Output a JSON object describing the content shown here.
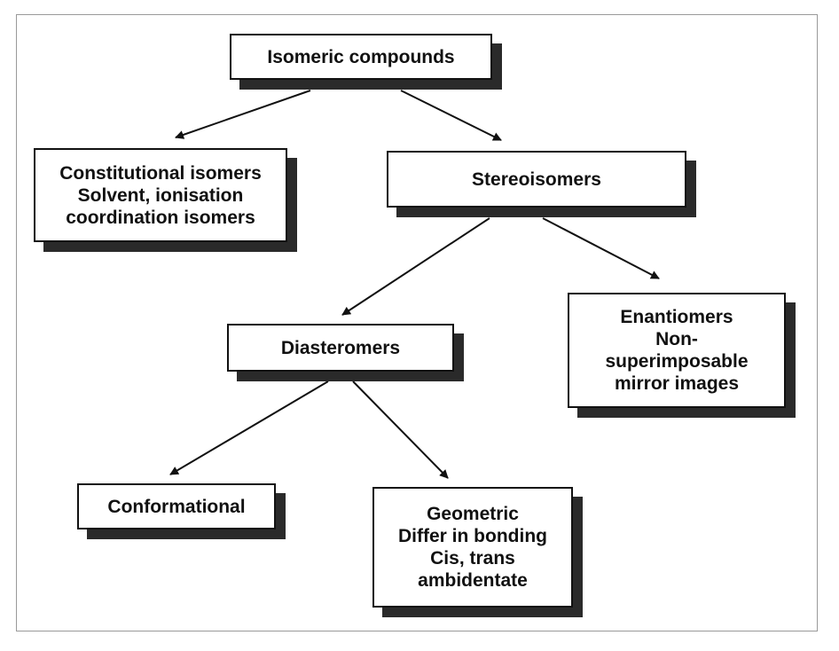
{
  "diagram": {
    "root": {
      "label": "Isomeric compounds"
    },
    "constitutional": {
      "lines": [
        "Constitutional isomers",
        "Solvent, ionisation",
        "coordination isomers"
      ]
    },
    "stereoisomers": {
      "label": "Stereoisomers"
    },
    "diastereomers": {
      "label": "Diasteromers"
    },
    "enantiomers": {
      "lines": [
        "Enantiomers",
        "Non-",
        "superimposable",
        "mirror images"
      ]
    },
    "conformational": {
      "label": "Conformational"
    },
    "geometric": {
      "lines": [
        "Geometric",
        "Differ in bonding",
        "Cis, trans",
        "ambidentate"
      ]
    }
  },
  "colors": {
    "line": "#111111",
    "shadow": "#2a2a2a",
    "frame": "#9a9a9a"
  }
}
